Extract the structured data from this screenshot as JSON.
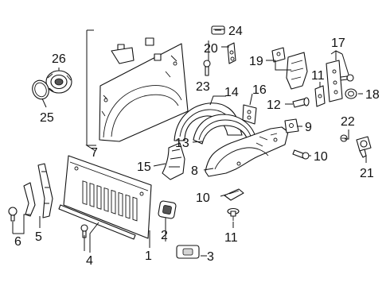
{
  "callouts": {
    "c1": "1",
    "c2": "2",
    "c3": "3",
    "c4": "4",
    "c5": "5",
    "c6": "6",
    "c7": "7",
    "c8": "8",
    "c9": "9",
    "c10a": "10",
    "c10b": "10",
    "c11a": "11",
    "c11b": "11",
    "c12": "12",
    "c13": "13",
    "c14": "14",
    "c15": "15",
    "c16": "16",
    "c17": "17",
    "c18": "18",
    "c19": "19",
    "c20": "20",
    "c21": "21",
    "c22": "22",
    "c23": "23",
    "c24": "24",
    "c25": "25",
    "c26": "26"
  },
  "colors": {
    "line": "#111111",
    "background": "#ffffff",
    "shade": "#d4d4d4"
  }
}
